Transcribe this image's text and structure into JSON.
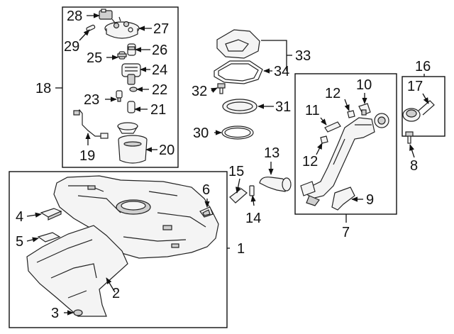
{
  "callouts": {
    "c1": "1",
    "c2": "2",
    "c3": "3",
    "c4": "4",
    "c5": "5",
    "c6": "6",
    "c7": "7",
    "c8": "8",
    "c9": "9",
    "c10": "10",
    "c11": "11",
    "c12a": "12",
    "c12b": "12",
    "c13": "13",
    "c14": "14",
    "c15": "15",
    "c16": "16",
    "c17": "17",
    "c18": "18",
    "c19": "19",
    "c20": "20",
    "c21": "21",
    "c22": "22",
    "c23": "23",
    "c24": "24",
    "c25": "25",
    "c26": "26",
    "c27": "27",
    "c28": "28",
    "c29": "29",
    "c30": "30",
    "c31": "31",
    "c32": "32",
    "c33": "33",
    "c34": "34"
  }
}
